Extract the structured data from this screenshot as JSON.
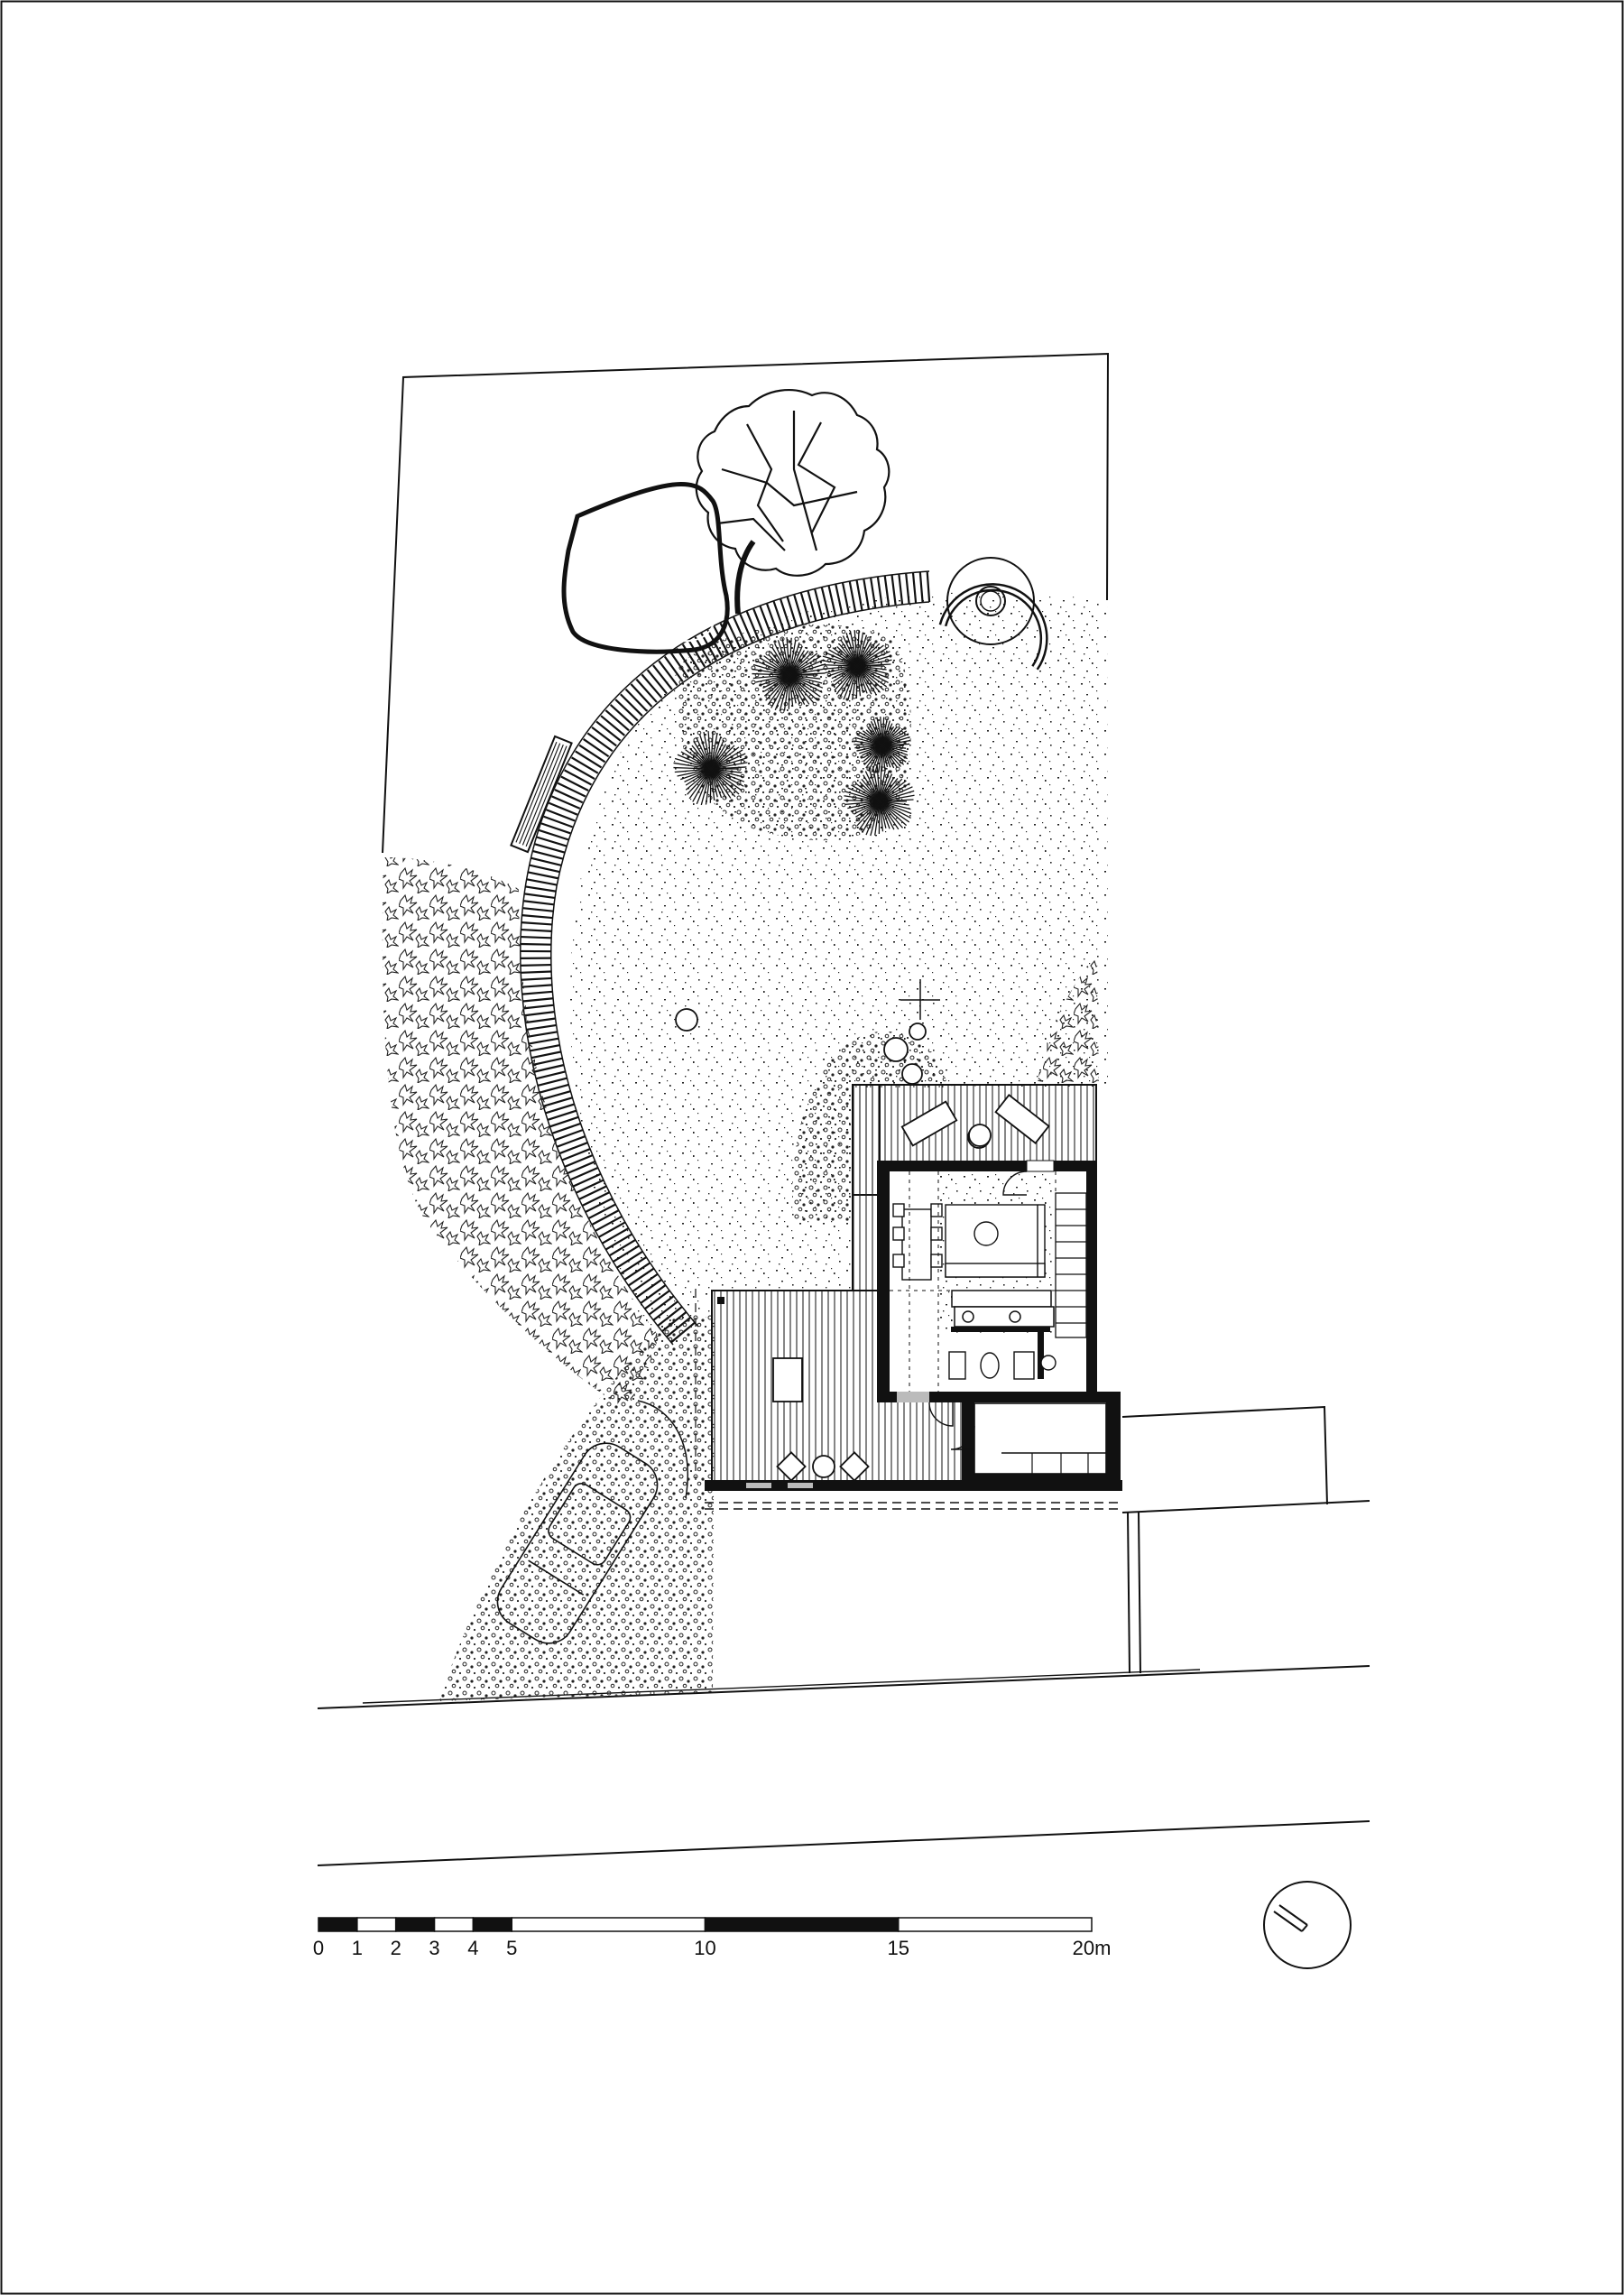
{
  "scale_bar": {
    "labels": [
      "0",
      "1",
      "2",
      "3",
      "4",
      "5",
      "10",
      "15",
      "20m"
    ],
    "meters": [
      0,
      1,
      2,
      3,
      4,
      5,
      10,
      15,
      20
    ]
  },
  "colors": {
    "ink": "#111111",
    "paper": "#ffffff",
    "window": "#bbbbbb"
  },
  "north_arrow": {
    "icon": "north-arrow-icon"
  }
}
